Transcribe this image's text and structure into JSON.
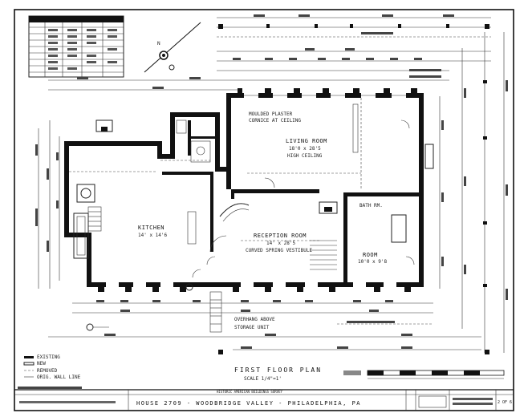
{
  "colors": {
    "ink": "#111111",
    "paper": "#ffffff"
  },
  "plan": {
    "title": "FIRST FLOOR PLAN",
    "scale_note": "SCALE 1/4\"=1'",
    "rooms": {
      "living_room": [
        "LIVING ROOM",
        "18'0 x 28'5",
        "HIGH CEILING"
      ],
      "kitchen": [
        "KITCHEN",
        "14' x 14'6"
      ],
      "reception_room": [
        "RECEPTION ROOM",
        "14' x 28'5",
        "CURVED SPRING VESTIBULE"
      ],
      "room_small": [
        "ROOM",
        "10'0 x 9'8"
      ],
      "bath": [
        "BATH RM."
      ]
    },
    "notes": [
      "MOULDED PLASTER",
      "CORNICE AT CEILING",
      "OVERHANG ABOVE",
      "STORAGE UNIT"
    ]
  },
  "title_block": {
    "header": "HISTORIC AMERICAN BUILDINGS SURVEY",
    "name": "HOUSE 2709 - WOODBRIDGE VALLEY - PHILADELPHIA, PA",
    "sheet": "2 OF 6"
  },
  "legend": [
    "EXISTING",
    "NEW",
    "REMOVED",
    "ORIG. WALL LINE"
  ]
}
